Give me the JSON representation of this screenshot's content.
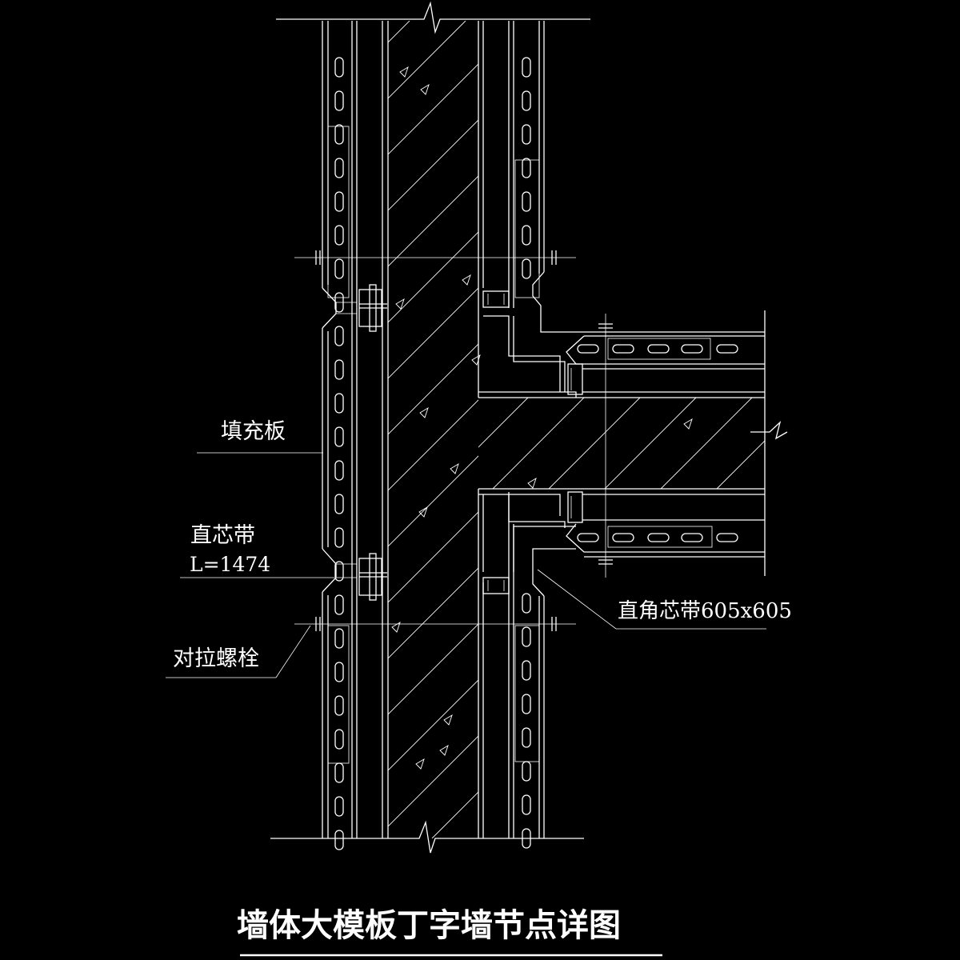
{
  "title": "墙体大模板丁字墙节点详图",
  "labels": {
    "filler_board": "填充板",
    "straight_core_strip": "直芯带",
    "straight_core_strip_length": "L=1474",
    "right_angle_core_strip": "直角芯带605x605",
    "tie_bolt": "对拉螺栓"
  },
  "colors": {
    "background": "#000000",
    "line": "#ffffff"
  }
}
